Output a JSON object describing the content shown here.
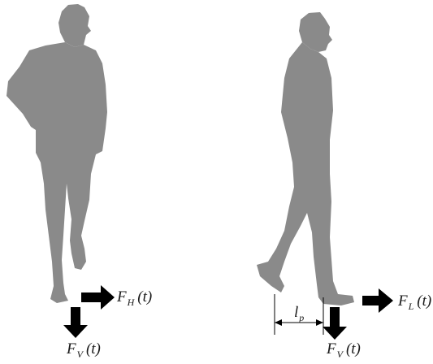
{
  "colors": {
    "silhouette": "#8a8a8a",
    "arrow": "#000000",
    "text": "#1a1a1a"
  },
  "labels": {
    "front_horizontal": {
      "symbol": "F",
      "sub": "H",
      "arg": "(t)"
    },
    "front_vertical": {
      "symbol": "F",
      "sub": "V",
      "arg": "(t)"
    },
    "side_lateral": {
      "symbol": "F",
      "sub": "L",
      "arg": "(t)"
    },
    "side_vertical": {
      "symbol": "F",
      "sub": "V",
      "arg": "(t)"
    },
    "step_length": {
      "symbol": "l",
      "sub": "p"
    }
  }
}
